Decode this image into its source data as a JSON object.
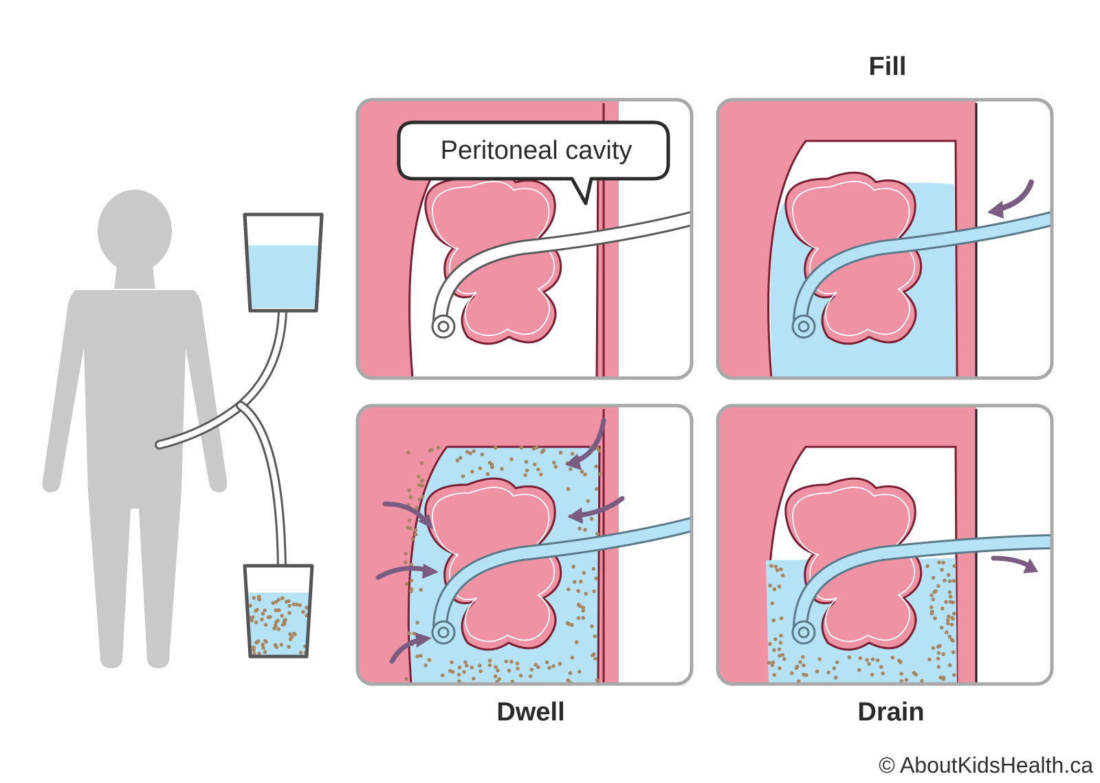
{
  "labels": {
    "fill": "Fill",
    "dwell": "Dwell",
    "drain": "Drain"
  },
  "callout": {
    "text": "Peritoneal cavity"
  },
  "copyright": "© AboutKidsHealth.ca",
  "colors": {
    "tissue": "#ef93a4",
    "outline": "#7a1f33",
    "dialysate": "#b5e2f5",
    "waste_dots": "#a68560",
    "arrow": "#7a5b82",
    "person": "#c9c9c9",
    "bag_outline": "#555555",
    "frame": "#a8a8a8"
  },
  "icons": {
    "person": "person-silhouette-icon",
    "fresh_bag": "fluid-bag-icon",
    "waste_bag": "waste-bag-icon",
    "flow_arrow": "curved-arrow-icon"
  }
}
